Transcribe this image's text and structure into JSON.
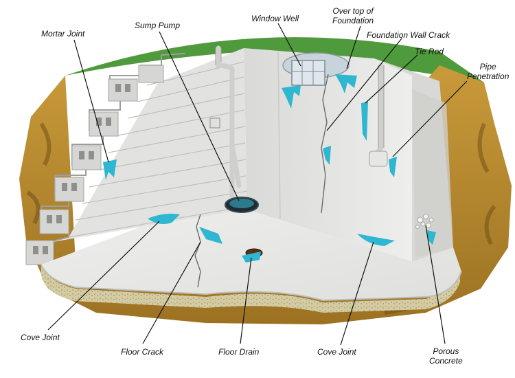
{
  "labels": {
    "mortar_joint": "Mortar Joint",
    "sump_pump": "Sump Pump",
    "window_well": "Window Well",
    "over_top_line1": "Over top of",
    "over_top_line2": "Foundation",
    "foundation_wall_crack": "Foundation Wall Crack",
    "tie_rod": "Tie Rod",
    "pipe_line1": "Pipe",
    "pipe_line2": "Penetration",
    "cove_joint_left": "Cove Joint",
    "floor_crack": "Floor Crack",
    "floor_drain": "Floor Drain",
    "cove_joint_right": "Cove Joint",
    "porous_line1": "Porous",
    "porous_line2": "Concrete"
  },
  "colors": {
    "grass": "#4f9a3c",
    "soil": "#b88a2e",
    "soil_dark": "#6b4a16",
    "gravel": "#d9cfa8",
    "wall": "#e4e5e3",
    "floor": "#e9eae7",
    "block": "#dcdddb",
    "water": "#2fb6d0",
    "leader": "#111111"
  },
  "icons": [
    "drain-icon",
    "sump-pit-icon",
    "pipe-icon",
    "window-well-icon"
  ]
}
